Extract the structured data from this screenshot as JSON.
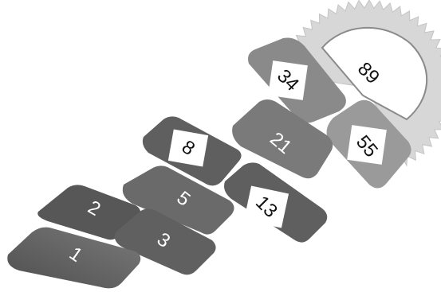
{
  "tiles": [
    {
      "id": "1",
      "label": "1"
    },
    {
      "id": "2",
      "label": "2"
    },
    {
      "id": "3",
      "label": "3"
    },
    {
      "id": "5",
      "label": "5"
    },
    {
      "id": "8",
      "label": "8"
    },
    {
      "id": "13",
      "label": "13"
    },
    {
      "id": "21",
      "label": "21"
    },
    {
      "id": "34",
      "label": "34"
    },
    {
      "id": "55",
      "label": "55"
    },
    {
      "id": "89",
      "label": "89"
    }
  ],
  "colors": {
    "tile_dark": "#5b5b5b",
    "tile_mid": "#737373",
    "tile_light": "#8e8e8e",
    "gear": "#d3d3d3",
    "label_box": "#ffffff"
  }
}
